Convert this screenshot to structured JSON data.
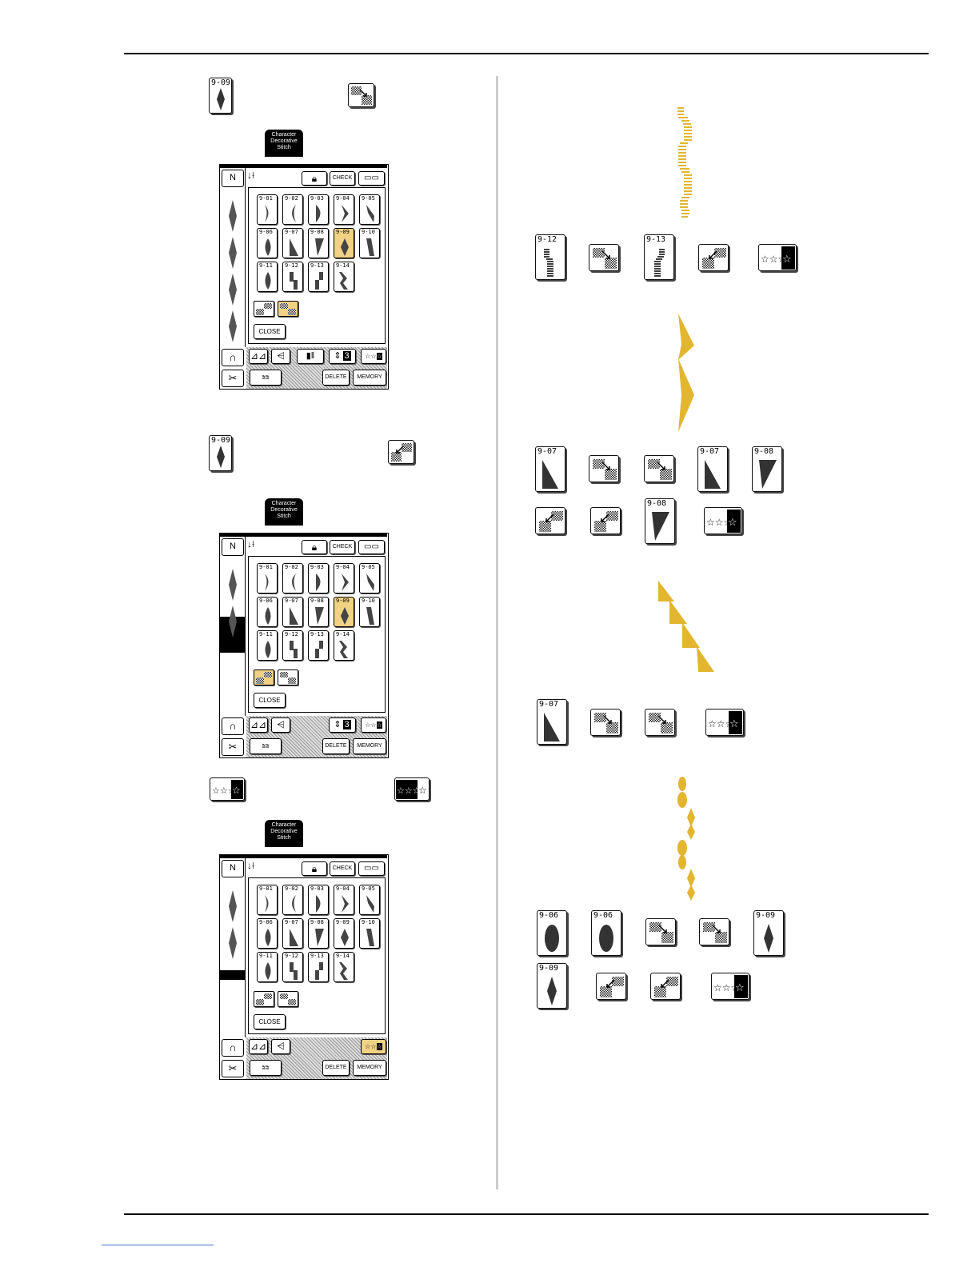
{
  "screen": {
    "tab_label_lines": [
      "Character",
      "Decorative",
      "Stitch"
    ],
    "check_label": "CHECK",
    "close_label": "CLOSE",
    "delete_label": "DELETE",
    "memory_label": "MEMORY",
    "length_value": "3",
    "stitch_codes": [
      "9-01",
      "9-02",
      "9-03",
      "9-04",
      "9-05",
      "9-06",
      "9-07",
      "9-08",
      "9-09",
      "9-10",
      "9-11",
      "9-12",
      "9-13",
      "9-14"
    ]
  },
  "keys": {
    "k_9_09": "9-09",
    "k_9_12": "9-12",
    "k_9_13": "9-13",
    "k_9_07": "9-07",
    "k_9_08": "9-08",
    "k_9_06": "9-06"
  },
  "colors": {
    "selected": "#f1d184",
    "stitch_gold": "#e2b630"
  }
}
